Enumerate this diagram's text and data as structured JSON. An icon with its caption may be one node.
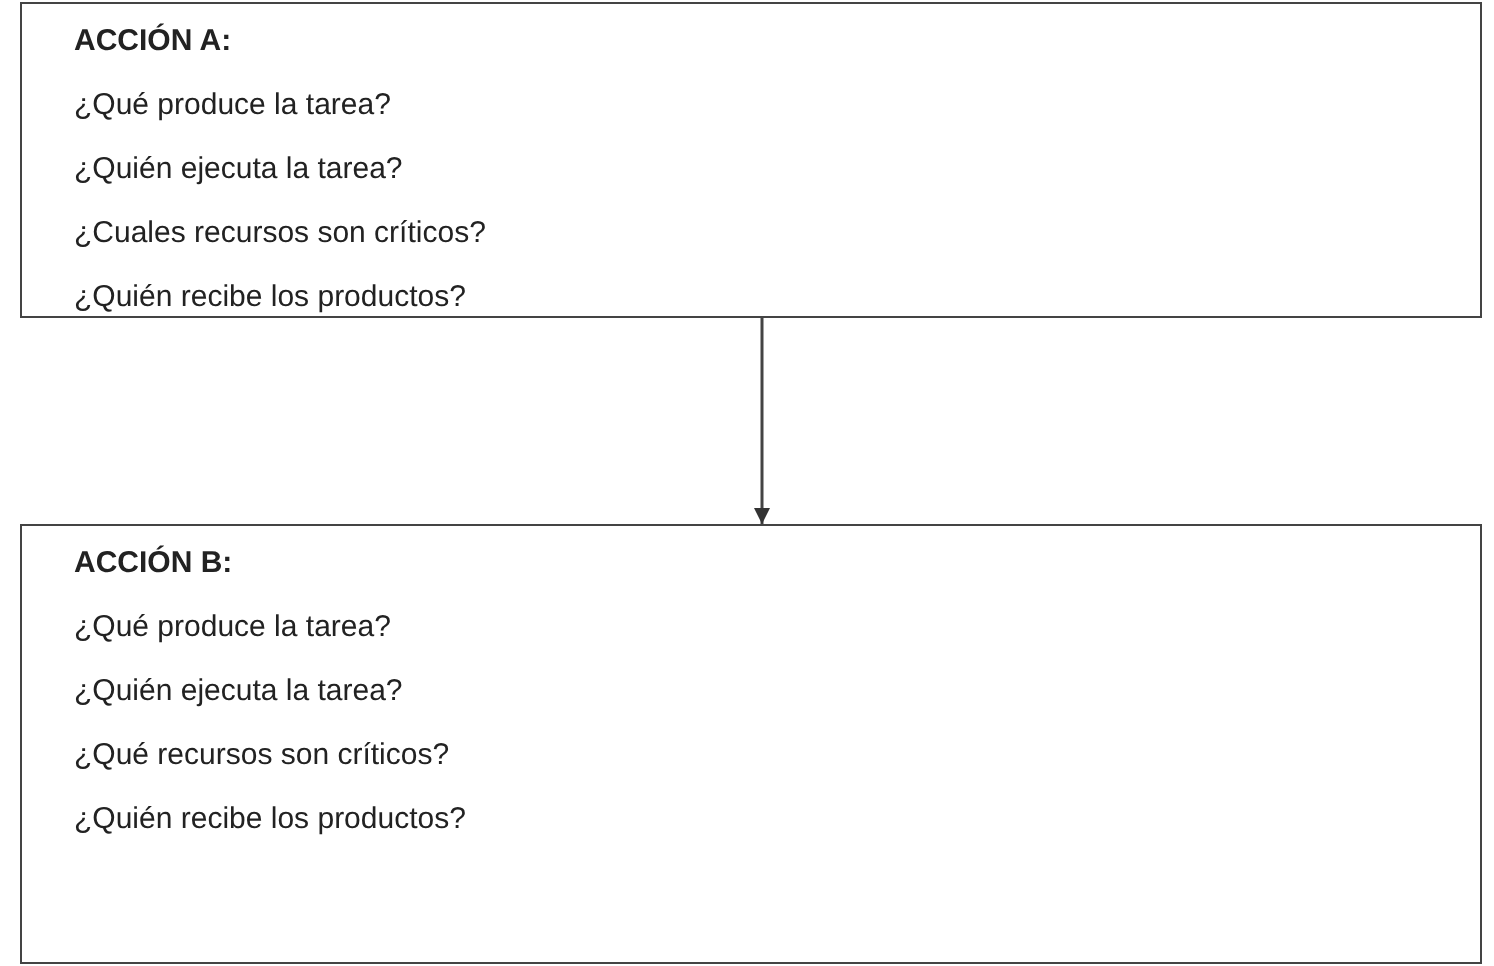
{
  "diagram": {
    "nodes": [
      {
        "text": [
          "ACCIÓN A:",
          "¿Qué produce la tarea?",
          "¿Quién ejecuta la tarea?",
          "¿Cuales recursos son críticos?",
          "¿Quién recibe los productos?"
        ]
      },
      {
        "text": [
          "ACCIÓN B:",
          "¿Qué produce la tarea?",
          "¿Quién ejecuta la tarea?",
          "¿Qué recursos son críticos?",
          "¿Quién recibe los productos?"
        ]
      }
    ],
    "edges": [
      {
        "from": 0,
        "to": 1,
        "arrow": "to"
      }
    ]
  }
}
